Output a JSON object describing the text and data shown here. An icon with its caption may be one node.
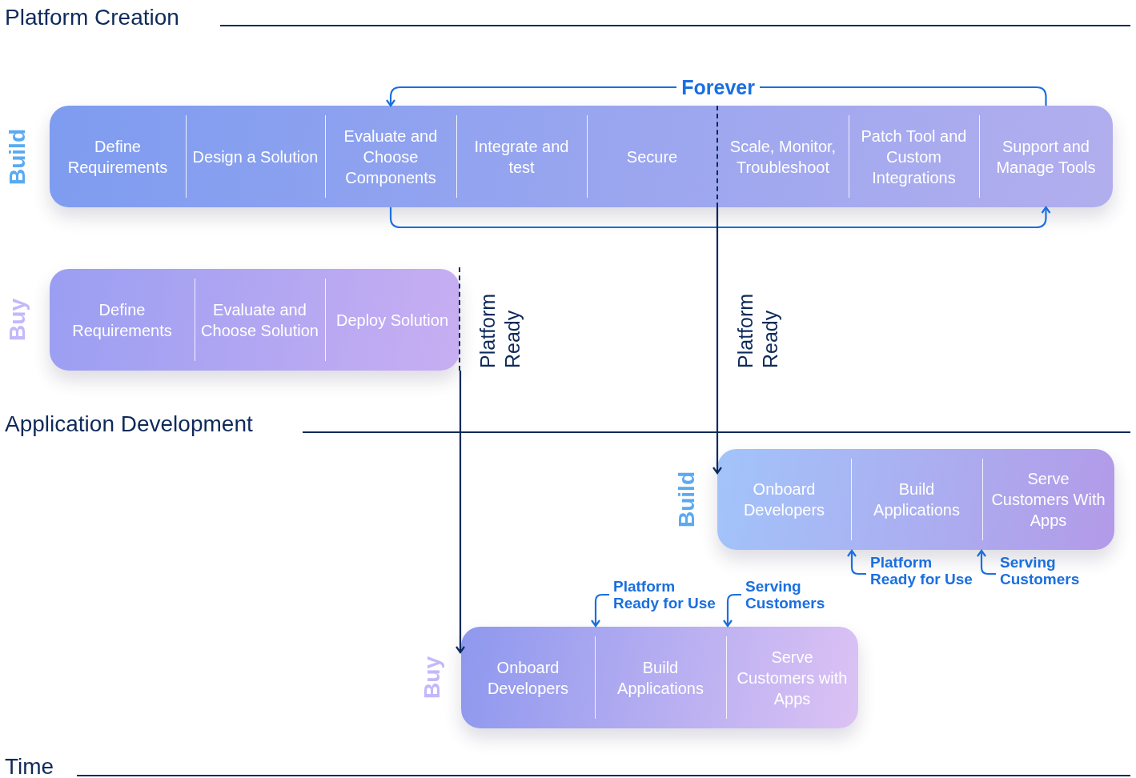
{
  "diagram": {
    "nodes": [
      {
        "text": [
          "Build"
        ]
      },
      {
        "text": [
          "Define Requirements"
        ],
        "in": 0
      },
      {
        "text": [
          "Design a Solution"
        ],
        "in": 0
      },
      {
        "text": [
          "Evaluate and Choose Components"
        ],
        "in": 0
      },
      {
        "text": [
          "Integrate and test"
        ],
        "in": 0
      },
      {
        "text": [
          "Secure"
        ],
        "in": 0
      },
      {
        "text": [
          "Scale, Monitor, Troubleshoot"
        ],
        "in": 0
      },
      {
        "text": [
          "Patch Tool and Custom Integrations"
        ],
        "in": 0
      },
      {
        "text": [
          "Support and Manage Tools"
        ],
        "in": 0
      },
      {
        "text": [
          "Buy"
        ]
      },
      {
        "text": [
          "Define Requirements"
        ],
        "in": 9
      },
      {
        "text": [
          "Evaluate and Choose Solution"
        ],
        "in": 9
      },
      {
        "text": [
          "Deploy Solution"
        ],
        "in": 9
      },
      {
        "text": [
          "Build"
        ]
      },
      {
        "text": [
          "Onboard Developers"
        ],
        "in": 13
      },
      {
        "text": [
          "Build Applications"
        ],
        "in": 13
      },
      {
        "text": [
          "Serve Customers With Apps"
        ],
        "in": 13
      },
      {
        "text": [
          "Buy"
        ]
      },
      {
        "text": [
          "Onboard Developers"
        ],
        "in": 17
      },
      {
        "text": [
          "Build Applications"
        ],
        "in": 17
      },
      {
        "text": [
          "Serve Customers with Apps"
        ],
        "in": 17
      },
      {
        "text": [
          "Platform Ready for Use"
        ]
      },
      {
        "text": [
          "Serving Customers"
        ]
      },
      {
        "text": [
          "Platform Ready for Use"
        ]
      },
      {
        "text": [
          "Serving Customers"
        ]
      }
    ],
    "edges": [
      {
        "from": 8,
        "to": 3,
        "arrow": "to",
        "label": "Forever"
      },
      {
        "from": 3,
        "to": 8,
        "arrow": "to"
      },
      {
        "from": 0,
        "to": 13,
        "arrow": "to",
        "label": "Platform Ready",
        "color": "#0e2a5a"
      },
      {
        "from": 9,
        "to": 17,
        "arrow": "to",
        "label": "Platform Ready",
        "color": "#0e2a5a"
      },
      {
        "from": 21,
        "to": 13,
        "arrow": "to"
      },
      {
        "from": 22,
        "to": 13,
        "arrow": "to"
      },
      {
        "from": 23,
        "to": 17,
        "arrow": "to"
      },
      {
        "from": 24,
        "to": 17,
        "arrow": "to"
      }
    ],
    "labels": [
      "Platform Creation",
      "Application Development",
      "Time"
    ]
  }
}
